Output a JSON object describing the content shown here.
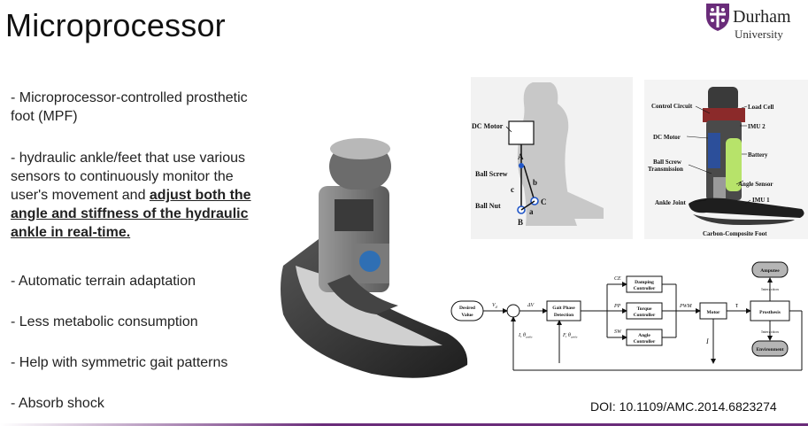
{
  "slide": {
    "title": "Microprocessor",
    "doi": "DOI: 10.1109/AMC.2014.6823274"
  },
  "logo": {
    "name_line1": "Durham",
    "name_line2": "University",
    "color": "#6a2c7a"
  },
  "bullets": {
    "b1": "- Microprocessor-controlled prosthetic foot (MPF)",
    "b2_pre": "- hydraulic ankle/feet that use various sensors to continuously monitor the user's movement and ",
    "b2_emph": "adjust both the angle and stiffness of the hydraulic ankle in real-time.",
    "b3": "- Automatic terrain adaptation",
    "b4": "- Less metabolic consumption",
    "b5": "- Help with symmetric gait patterns",
    "b6": "- Absorb shock"
  },
  "mechanism": {
    "motor": "DC Motor",
    "screw": "Ball Screw",
    "nut": "Ball Nut",
    "A": "A",
    "B": "B",
    "C": "C",
    "a": "a",
    "b": "b",
    "c": "c"
  },
  "photo_labels": {
    "control": "Control Circuit",
    "load": "Load Cell",
    "imu2": "IMU 2",
    "motor": "DC Motor",
    "battery": "Battery",
    "transmission_1": "Ball Screw",
    "transmission_2": "Transmission",
    "angle": "Angle Sensor",
    "joint": "Ankle Joint",
    "imu1": "IMU 1",
    "carbon": "Carbon-Composite Foot"
  },
  "block_diagram": {
    "desired_1": "Desired",
    "desired_2": "Value",
    "vd": "V",
    "vd_sub": "d",
    "dv": "ΔV",
    "gait_1": "Gait Phase",
    "gait_2": "Detection",
    "ce": "CE",
    "pp": "PP",
    "sw": "SW",
    "damp_1": "Damping",
    "damp_2": "Controller",
    "torque_1": "Torque",
    "torque_2": "Controller",
    "angle_1": "Angle",
    "angle_2": "Controller",
    "pwm": "PWM",
    "motor": "Motor",
    "tau": "τ",
    "prosthesis": "Prosthesis",
    "amputee": "Amputee",
    "environment": "Environment",
    "interaction_top": "Interaction",
    "interaction_bottom": "Interaction",
    "fb1": "I, θ",
    "fb1_sub": "ankle",
    "fb2": "F, θ",
    "fb2_sub": "ankle",
    "current": "I"
  }
}
